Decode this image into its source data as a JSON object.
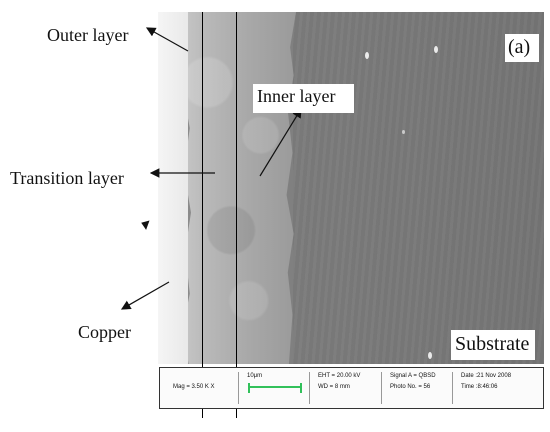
{
  "labels": {
    "outer_layer": "Outer layer",
    "inner_layer": "Inner layer",
    "transition_layer": "Transition layer",
    "copper": "Copper",
    "substrate": "Substrate",
    "panel": "(a)"
  },
  "info_bar": {
    "mag": "Mag = 3.50 K X",
    "scale": "10μm",
    "eht": "EHT = 20.00 kV",
    "wd": "WD = 8 mm",
    "signal": "Signal A = QBSD",
    "photo_no": "Photo No. = 56",
    "date": "Date :21 Nov 2008",
    "time": "Time :8:46:06"
  },
  "colors": {
    "scale_bar": "#32c15b"
  }
}
